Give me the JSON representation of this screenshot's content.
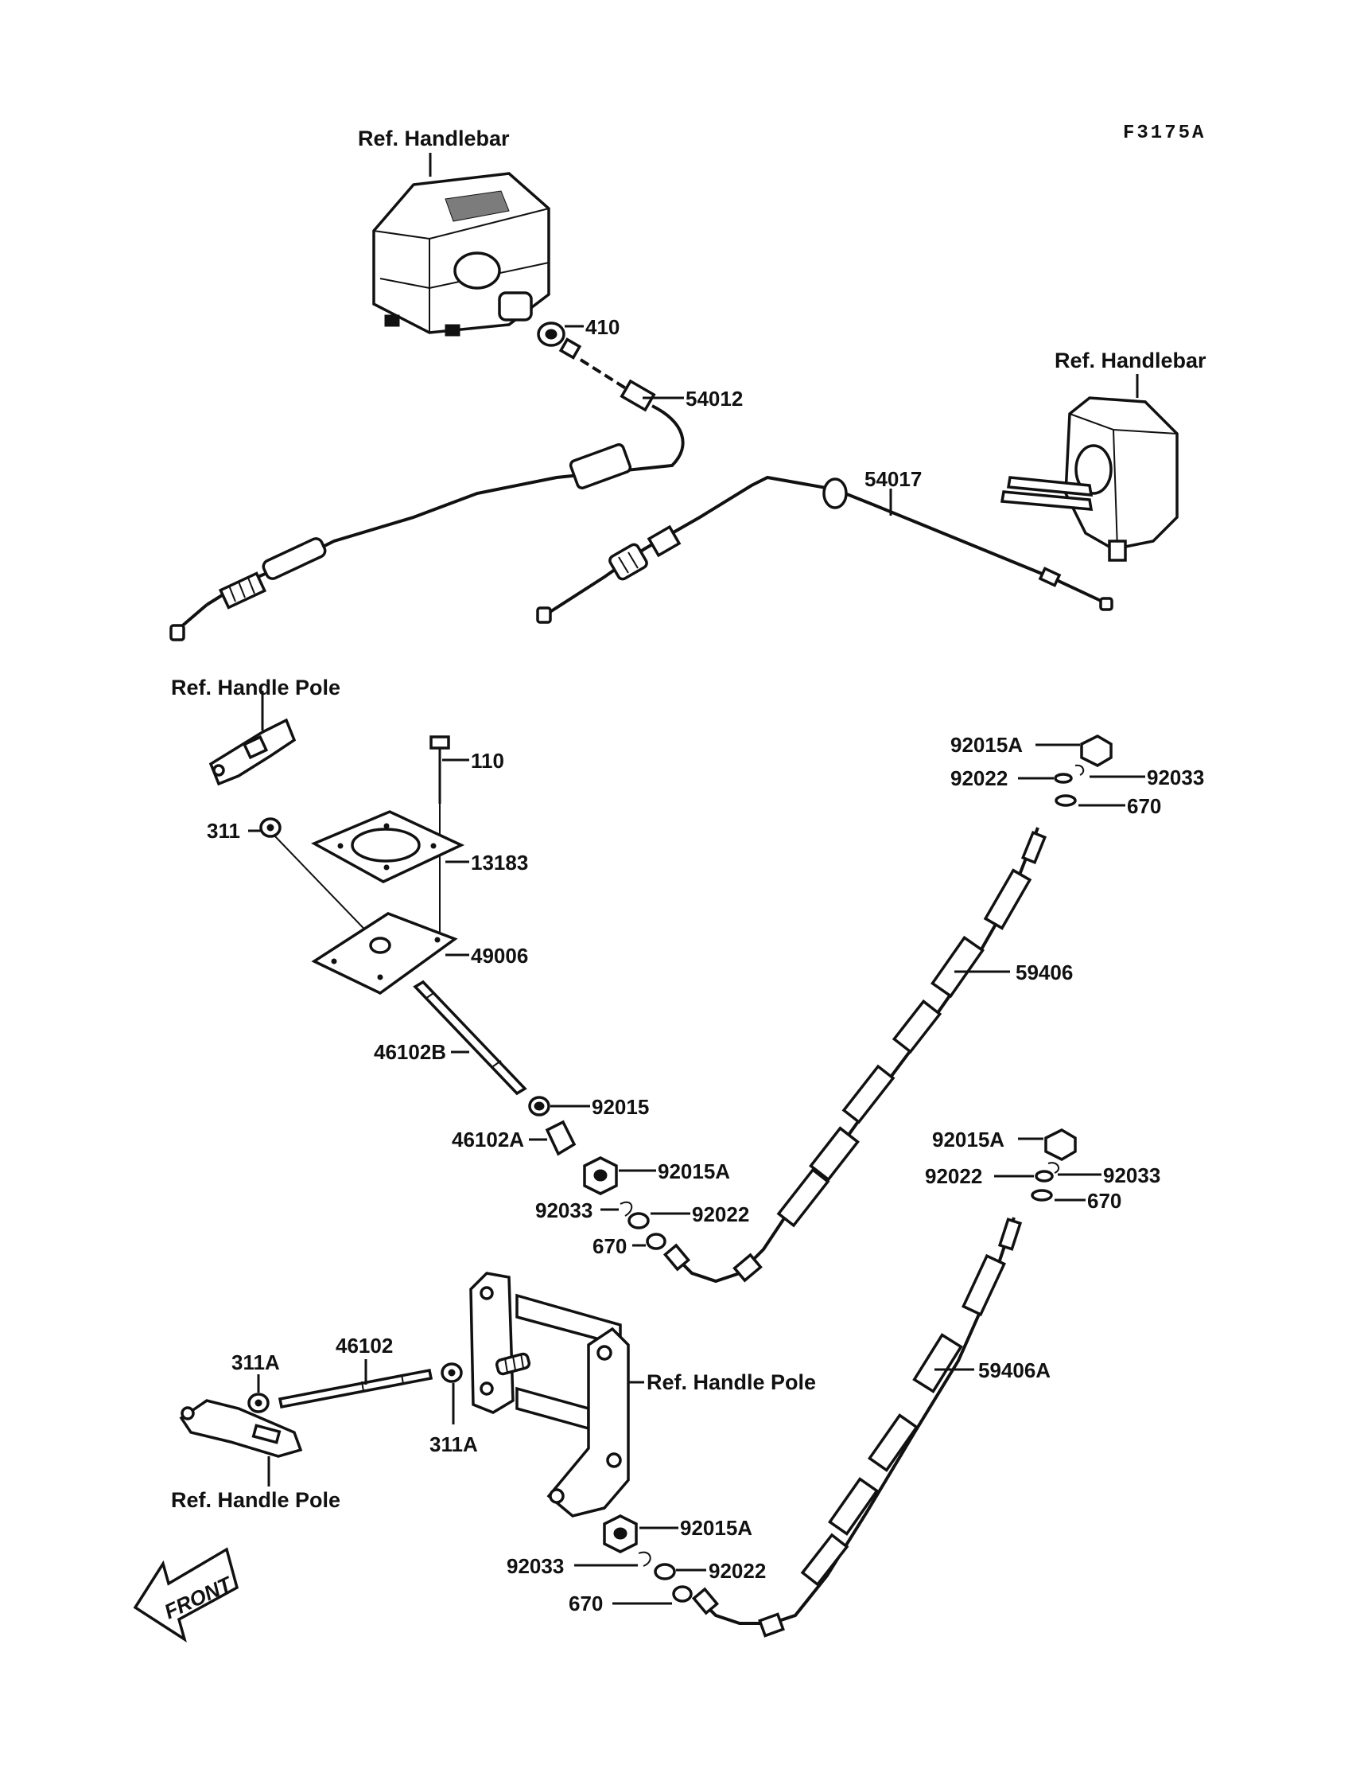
{
  "diagram_code": "F3175A",
  "refs": {
    "handlebar_left": "Ref. Handlebar",
    "handlebar_right": "Ref. Handlebar",
    "handle_pole_top": "Ref. Handle Pole",
    "handle_pole_mid": "Ref. Handle Pole",
    "handle_pole_bottom": "Ref. Handle Pole"
  },
  "front_label": "FRONT",
  "parts": {
    "p410": "410",
    "p54012": "54012",
    "p54017": "54017",
    "p110": "110",
    "p311": "311",
    "p13183": "13183",
    "p49006": "49006",
    "p46102B": "46102B",
    "p92015": "92015",
    "p46102A": "46102A",
    "p92015A_mid": "92015A",
    "p92033_mid": "92033",
    "p92022_mid": "92022",
    "p670_mid": "670",
    "p92015A_tr": "92015A",
    "p92022_tr": "92022",
    "p92033_tr": "92033",
    "p670_tr": "670",
    "p59406": "59406",
    "p92015A_r2": "92015A",
    "p92022_r2": "92022",
    "p92033_r2": "92033",
    "p670_r2": "670",
    "p59406A": "59406A",
    "p311A_left": "311A",
    "p46102": "46102",
    "p311A_mid": "311A",
    "p92015A_bot": "92015A",
    "p92033_bot": "92033",
    "p92022_bot": "92022",
    "p670_bot": "670"
  }
}
